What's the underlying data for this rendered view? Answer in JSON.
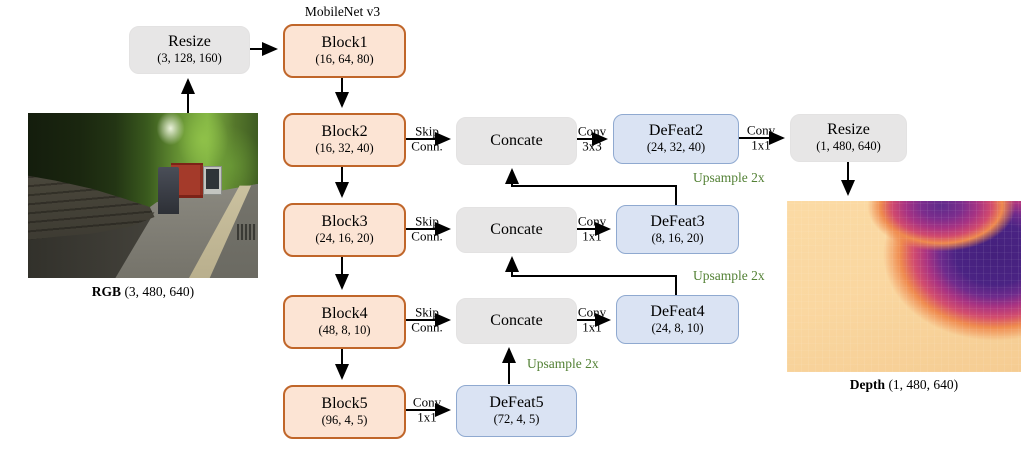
{
  "annotation": "MobileNet v3",
  "colors": {
    "encoder_fill": "#fce4d4",
    "encoder_border": "#c0662a",
    "decoder_fill": "#dae3f3",
    "decoder_border": "#8fa9d0",
    "op_fill": "#e7e6e6",
    "upsample_green": "#538135"
  },
  "nodes": {
    "resize_in": {
      "title": "Resize",
      "dims": "(3, 128, 160)"
    },
    "block1": {
      "title": "Block1",
      "dims": "(16, 64, 80)"
    },
    "block2": {
      "title": "Block2",
      "dims": "(16, 32, 40)"
    },
    "block3": {
      "title": "Block3",
      "dims": "(24, 16, 20)"
    },
    "block4": {
      "title": "Block4",
      "dims": "(48, 8, 10)"
    },
    "block5": {
      "title": "Block5",
      "dims": "(96, 4, 5)"
    },
    "concate2": {
      "title": "Concate"
    },
    "concate3": {
      "title": "Concate"
    },
    "concate4": {
      "title": "Concate"
    },
    "defeat2": {
      "title": "DeFeat2",
      "dims": "(24, 32, 40)"
    },
    "defeat3": {
      "title": "DeFeat3",
      "dims": "(8, 16, 20)"
    },
    "defeat4": {
      "title": "DeFeat4",
      "dims": "(24, 8, 10)"
    },
    "defeat5": {
      "title": "DeFeat5",
      "dims": "(72, 4, 5)"
    },
    "resize_out": {
      "title": "Resize",
      "dims": "(1, 480, 640)"
    }
  },
  "edges": {
    "skip2": {
      "line1": "Skip",
      "line2": "Conn."
    },
    "skip3": {
      "line1": "Skip",
      "line2": "Conn."
    },
    "skip4": {
      "line1": "Skip",
      "line2": "Conn."
    },
    "conv_block5": {
      "line1": "Conv",
      "line2": "1x1"
    },
    "conv_concate2": {
      "line1": "Conv",
      "line2": "3x3"
    },
    "conv_concate3": {
      "line1": "Conv",
      "line2": "1x1"
    },
    "conv_concate4": {
      "line1": "Conv",
      "line2": "1x1"
    },
    "conv_defeat2": {
      "line1": "Conv",
      "line2": "1x1"
    }
  },
  "upsample": {
    "u2": "Upsample 2x",
    "u3": "Upsample 2x",
    "u4": "Upsample 2x"
  },
  "images": {
    "rgb": {
      "bold": "RGB",
      "dims": " (3, 480, 640)"
    },
    "depth": {
      "bold": "Depth",
      "dims": " (1, 480, 640)"
    }
  }
}
